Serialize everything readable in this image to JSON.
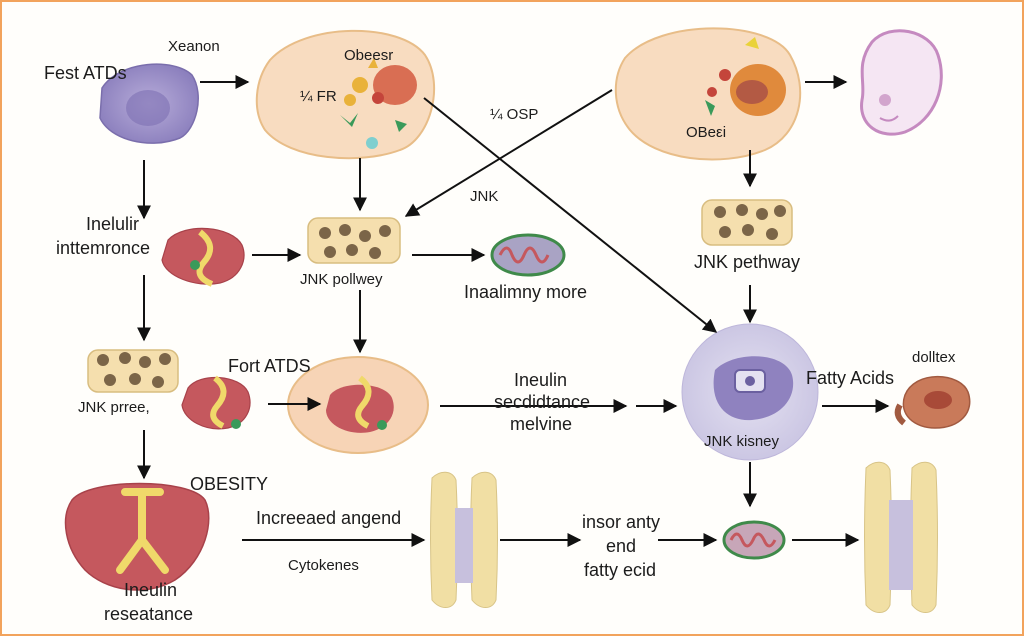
{
  "labels": {
    "fest_atds": "Fest ATDs",
    "xeanon": "Xeanon",
    "obeser_top": "Obeesr",
    "ifr": "¼ FR",
    "osp": "¼ OSP",
    "obeesi": "OBeεi",
    "jnk": "JNK",
    "inelulir_1": "Inelulir",
    "inelulir_2": "inttemronce",
    "jnk_pollvey": "JNK pollwey",
    "inaallimy_more": "Inaalimny more",
    "jnk_pethway": "JNK pethway",
    "fort_atds": "Fort ATDS",
    "jnk_prees": "JNK prree,",
    "inculin_1": "Ineulin",
    "inculin_2": "secdidtance",
    "inculin_3": "melvine",
    "fatty_acids": "Fatty Acids",
    "dolltrex": "dolltex",
    "jnk_kisney": "JNK kisney",
    "obesity": "OBESITY",
    "increased_angend": "Increeaed angend",
    "cytokenes": "Cytokenes",
    "insor_1": "insor anty",
    "insor_2": "end",
    "insor_3": "fatty ecid",
    "inculin_res_1": "Ineulin",
    "inculin_res_2": "reseatance"
  },
  "colors": {
    "border": "#f2a35c",
    "arrow": "#111111",
    "adipocyte_fill": "#f8dcc0",
    "adipocyte_stroke": "#e8bd88",
    "purple_cell": "#9b8fc8",
    "liver": "#c5585e",
    "mito_stroke": "#3f8a4a",
    "fat_tissue": "#f5dfae",
    "vessel": "#f1dfa4",
    "vessel_inner": "#c7c0dd"
  }
}
